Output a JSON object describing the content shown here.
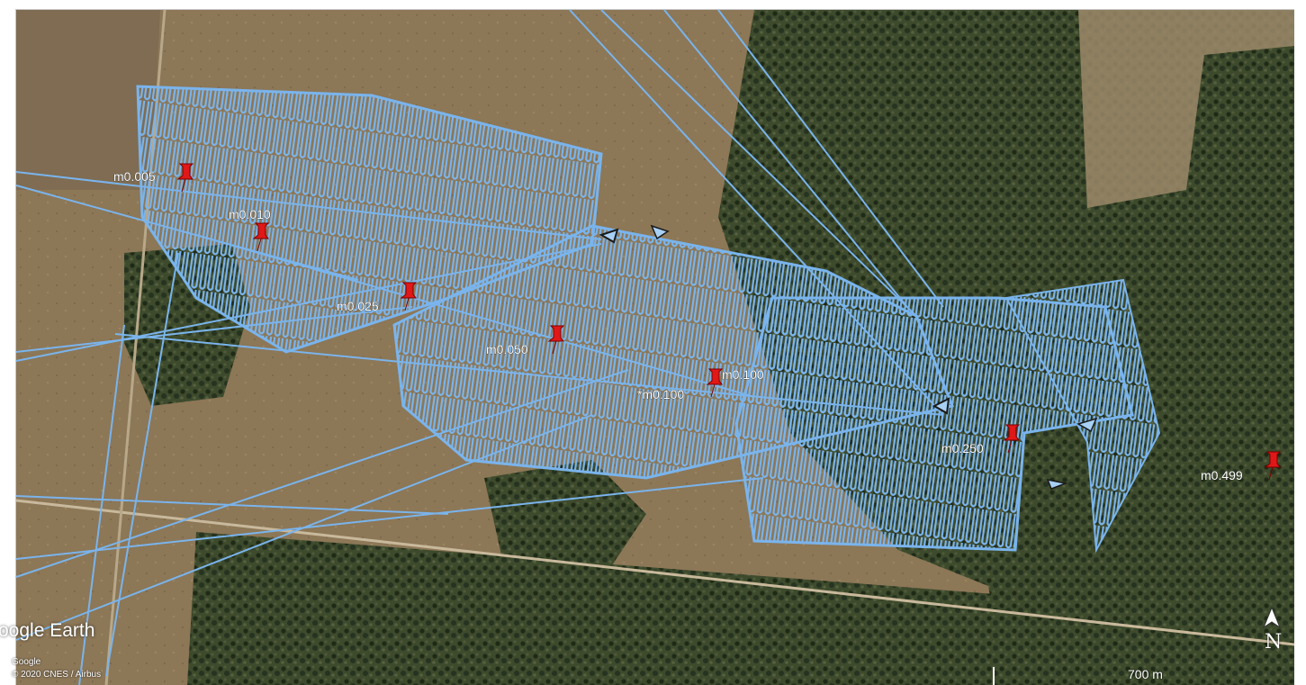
{
  "app": {
    "brand": "oogle Earth",
    "attribution_line1": "Google",
    "attribution_line2": "© 2020 CNES / Airbus"
  },
  "scale": {
    "label": "700 m"
  },
  "compass": {
    "label": "N"
  },
  "placemarks": [
    {
      "id": "m0005",
      "label": "m0.005"
    },
    {
      "id": "m0010",
      "label": "m0.010"
    },
    {
      "id": "m0025",
      "label": "m0.025"
    },
    {
      "id": "m0050",
      "label": "m0.050"
    },
    {
      "id": "m0100",
      "label": "m0.100"
    },
    {
      "id": "m0100star",
      "label": "*m0.100"
    },
    {
      "id": "m0250",
      "label": "m0.250"
    },
    {
      "id": "m0499",
      "label": "m0.499"
    }
  ],
  "colors": {
    "track": "#7ab4ec",
    "track_dark": "#5a9ad8",
    "pin": "#e01818",
    "field": "#8a7556",
    "bush": "#2e3a22"
  },
  "icons": {
    "placemark": "red-pushpin-icon",
    "direction": "arrow-triangle-icon",
    "compass": "north-arrow-icon"
  }
}
